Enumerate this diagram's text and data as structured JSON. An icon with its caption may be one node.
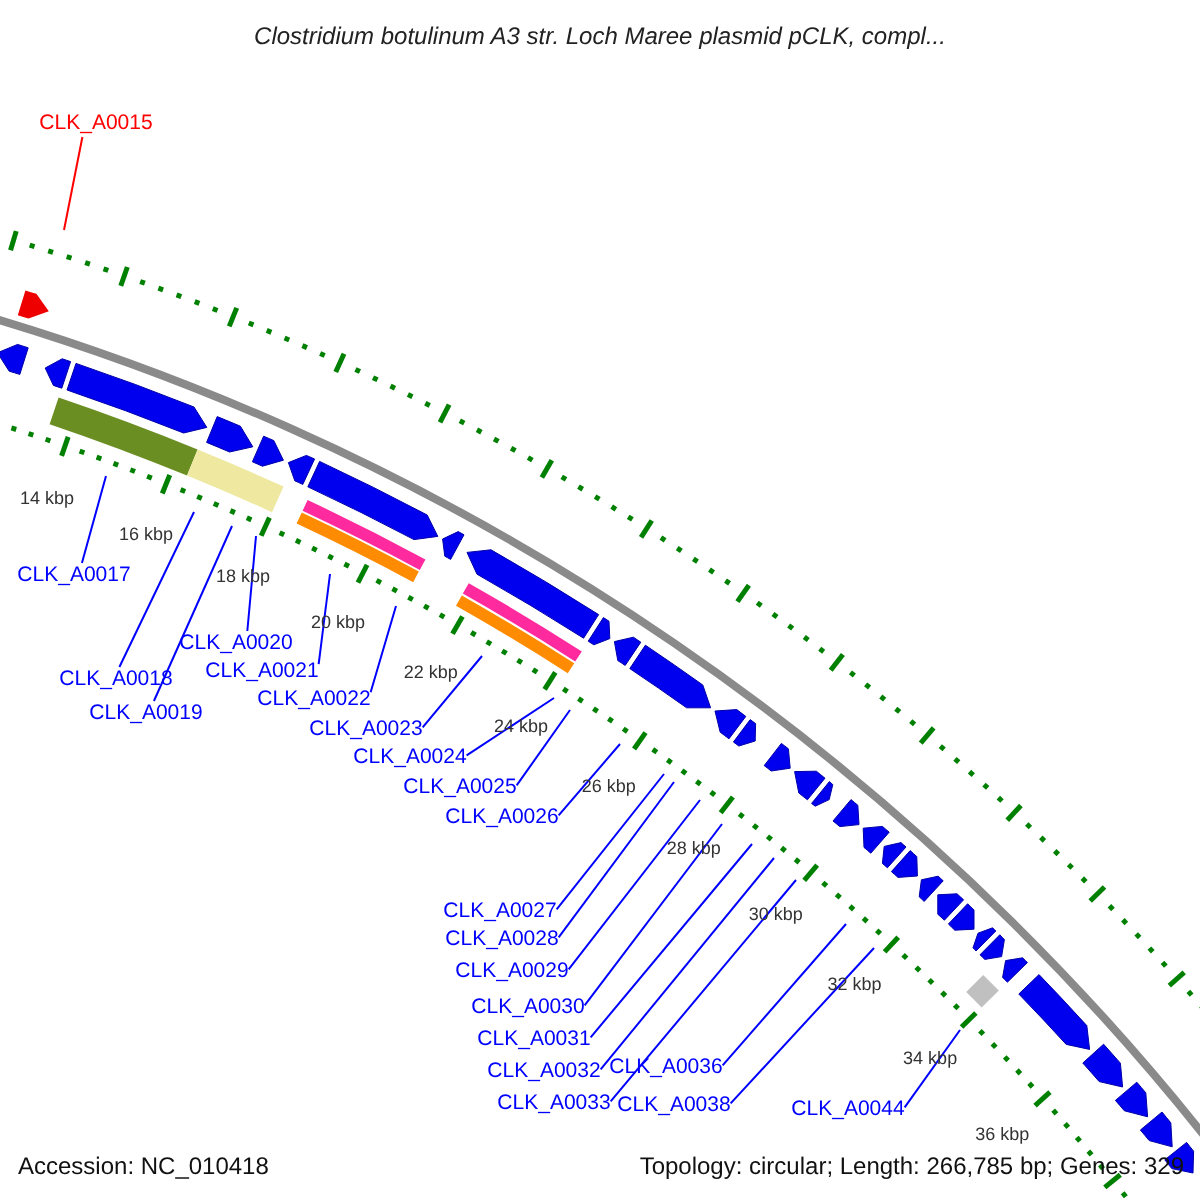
{
  "diagram": {
    "title": "Clostridium botulinum A3 str. Loch Maree plasmid pCLK, compl...",
    "nodes": [
      {
        "text": [
          "CLK_A0015"
        ]
      },
      {
        "text": [
          "CLK_A0017"
        ]
      },
      {
        "text": [
          "CLK_A0018"
        ]
      },
      {
        "text": [
          "CLK_A0019"
        ]
      },
      {
        "text": [
          "CLK_A0020"
        ]
      },
      {
        "text": [
          "CLK_A0021"
        ]
      },
      {
        "text": [
          "CLK_A0022"
        ]
      },
      {
        "text": [
          "CLK_A0023"
        ]
      },
      {
        "text": [
          "CLK_A0024"
        ]
      },
      {
        "text": [
          "CLK_A0025"
        ]
      },
      {
        "text": [
          "CLK_A0026"
        ]
      },
      {
        "text": [
          "CLK_A0027"
        ]
      },
      {
        "text": [
          "CLK_A0028"
        ]
      },
      {
        "text": [
          "CLK_A0029"
        ]
      },
      {
        "text": [
          "CLK_A0030"
        ]
      },
      {
        "text": [
          "CLK_A0031"
        ]
      },
      {
        "text": [
          "CLK_A0032"
        ]
      },
      {
        "text": [
          "CLK_A0033"
        ]
      },
      {
        "text": [
          "CLK_A0036"
        ]
      },
      {
        "text": [
          "CLK_A0038"
        ]
      },
      {
        "text": [
          "CLK_A0044"
        ]
      }
    ],
    "edges": [
      {
        "from": 0,
        "to": null,
        "arrow": "none",
        "color": "#ff0000"
      },
      {
        "from": 1,
        "to": null,
        "arrow": "none"
      },
      {
        "from": 2,
        "to": null,
        "arrow": "none"
      },
      {
        "from": 3,
        "to": null,
        "arrow": "none"
      },
      {
        "from": 4,
        "to": null,
        "arrow": "none"
      },
      {
        "from": 5,
        "to": null,
        "arrow": "none"
      },
      {
        "from": 6,
        "to": null,
        "arrow": "none"
      },
      {
        "from": 7,
        "to": null,
        "arrow": "none"
      },
      {
        "from": 8,
        "to": null,
        "arrow": "none"
      },
      {
        "from": 9,
        "to": null,
        "arrow": "none"
      },
      {
        "from": 10,
        "to": null,
        "arrow": "none"
      },
      {
        "from": 11,
        "to": null,
        "arrow": "none"
      },
      {
        "from": 12,
        "to": null,
        "arrow": "none"
      },
      {
        "from": 13,
        "to": null,
        "arrow": "none"
      },
      {
        "from": 14,
        "to": null,
        "arrow": "none"
      },
      {
        "from": 15,
        "to": null,
        "arrow": "none"
      },
      {
        "from": 16,
        "to": null,
        "arrow": "none"
      },
      {
        "from": 17,
        "to": null,
        "arrow": "none"
      },
      {
        "from": 18,
        "to": null,
        "arrow": "none"
      },
      {
        "from": 19,
        "to": null,
        "arrow": "none"
      },
      {
        "from": 20,
        "to": null,
        "arrow": "none"
      }
    ],
    "labels": [
      "14 kbp",
      "16 kbp",
      "18 kbp",
      "20 kbp",
      "22 kbp",
      "24 kbp",
      "26 kbp",
      "28 kbp",
      "30 kbp",
      "32 kbp",
      "34 kbp",
      "36 kbp",
      "Accession: NC_010418",
      "Topology: circular; Length: 266,785 bp; Genes: 329"
    ]
  }
}
